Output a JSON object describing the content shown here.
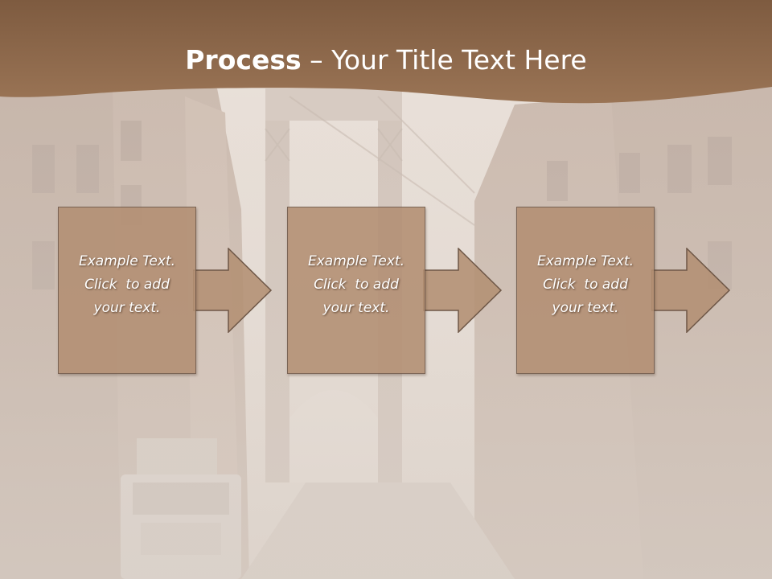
{
  "title": {
    "bold": "Process",
    "rest": " – Your Title Text Here"
  },
  "steps": [
    {
      "line1": "Example Text.",
      "line2": "Click  to add",
      "line3": "your text."
    },
    {
      "line1": "Example Text.",
      "line2": "Click  to add",
      "line3": "your text."
    },
    {
      "line1": "Example Text.",
      "line2": "Click  to add",
      "line3": "your text."
    }
  ],
  "colors": {
    "header": "#8f6a4b",
    "box": "#b38f73",
    "background": "#d9cfc6"
  }
}
